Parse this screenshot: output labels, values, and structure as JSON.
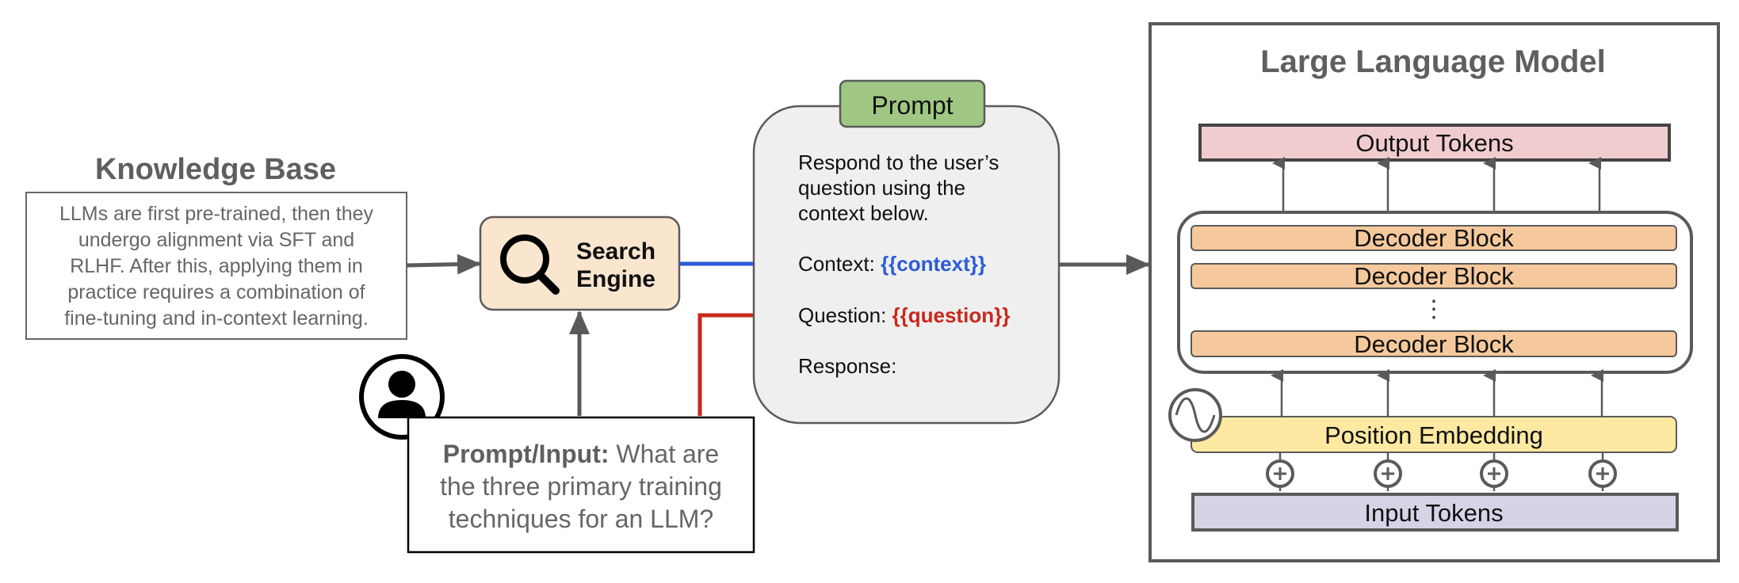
{
  "knowledge_base": {
    "title": "Knowledge Base",
    "lines": [
      "LLMs are first pre-trained, then they",
      "undergo alignment via SFT and",
      "RLHF. After this, applying them in",
      "practice requires a combination of",
      "fine-tuning and in-context learning."
    ]
  },
  "search_engine": {
    "line1": "Search",
    "line2": "Engine"
  },
  "prompt": {
    "label": "Prompt",
    "instruction_lines": [
      "Respond to the user’s",
      "question using the",
      "context below."
    ],
    "context_label": "Context: ",
    "context_var": "{{context}}",
    "question_label": "Question: ",
    "question_var": "{{question}}",
    "response_label": "Response:"
  },
  "user_input": {
    "bold_label": "Prompt/Input:",
    "line1_rest": " What are",
    "line2": "the three primary training",
    "line3": "techniques for an LLM?"
  },
  "llm": {
    "title": "Large Language Model",
    "output_tokens": "Output Tokens",
    "decoder_blocks": [
      "Decoder Block",
      "Decoder Block",
      "Decoder Block"
    ],
    "ellipsis": "⋮",
    "position_embedding": "Position Embedding",
    "input_tokens": "Input Tokens"
  },
  "colors": {
    "search_fill": "#fae5cf",
    "prompt_fill": "#efefef",
    "prompt_tab": "#9fc783",
    "output_tokens": "#f1cccf",
    "decoder": "#f5c99b",
    "position_embedding": "#fde9a1",
    "input_tokens": "#d8d2e7",
    "context_arrow": "#2b5bd7",
    "question_arrow": "#c8281c",
    "gray": "#5a5a5a"
  }
}
